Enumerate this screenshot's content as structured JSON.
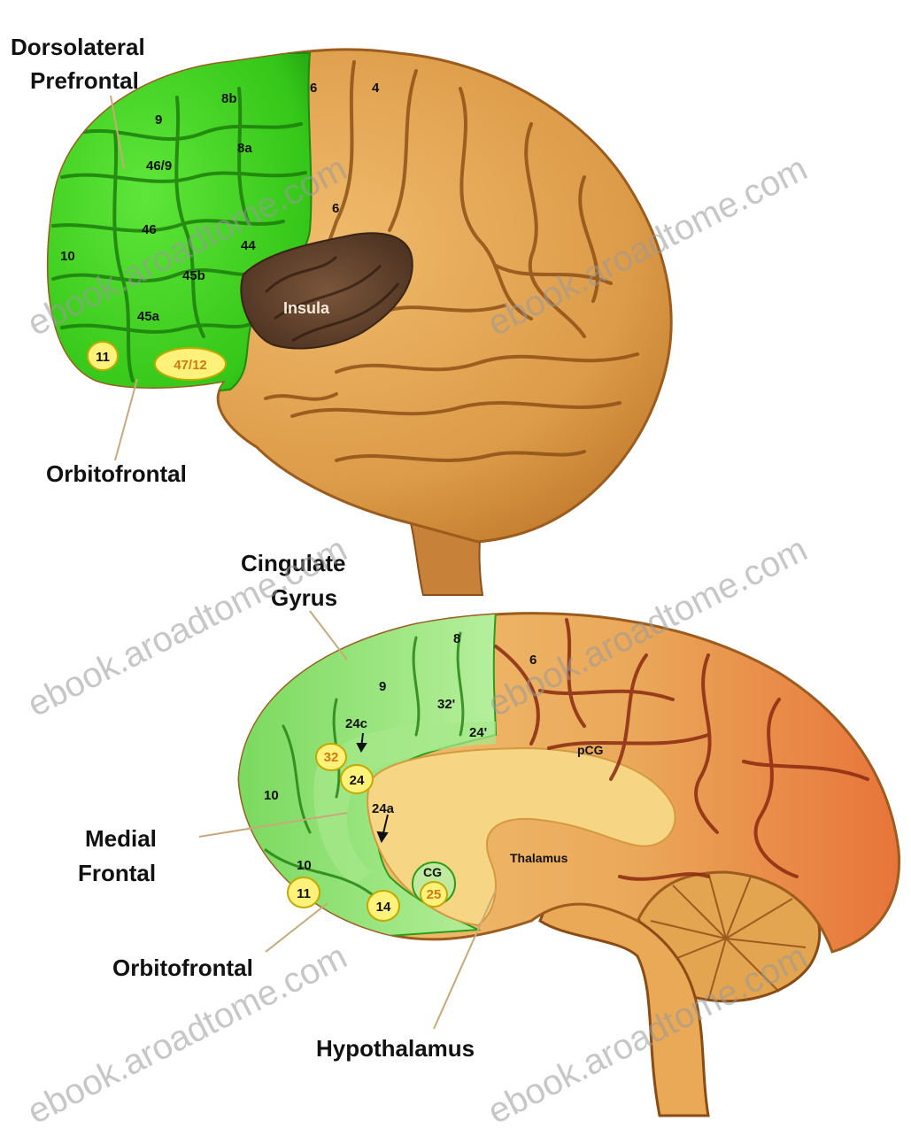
{
  "labels": {
    "dorsolateral_line1": "Dorsolateral",
    "dorsolateral_line2": "Prefrontal",
    "orbitofrontal_top": "Orbitofrontal",
    "insula": "Insula",
    "cingulate_line1": "Cingulate",
    "cingulate_line2": "Gyrus",
    "medial_line1": "Medial",
    "medial_line2": "Frontal",
    "orbitofrontal_bottom": "Orbitofrontal",
    "hypothalamus": "Hypothalamus",
    "thalamus": "Thalamus",
    "pcg": "pCG",
    "cg": "CG"
  },
  "lateral_areas": {
    "a6a": "6",
    "a4": "4",
    "a8b": "8b",
    "a9": "9",
    "a8a": "8a",
    "a46_9": "46/9",
    "a6b": "6",
    "a46": "46",
    "a10": "10",
    "a44": "44",
    "a45b": "45b",
    "a45a": "45a",
    "a11": "11",
    "a47_12": "47/12"
  },
  "medial_areas": {
    "a8": "8",
    "a6": "6",
    "a9": "9",
    "a32p": "32'",
    "a24c": "24c",
    "a24p": "24'",
    "a32": "32",
    "a24": "24",
    "a10a": "10",
    "a24a": "24a",
    "a10b": "10",
    "a11": "11",
    "a14": "14",
    "a25": "25"
  },
  "watermark": {
    "text": "ebook.aroadtome.com"
  },
  "colors": {
    "background": "#ffffff",
    "prefrontal_green": "#3fd21e",
    "medial_green": "#8fe27a",
    "brain_tan": "#e0a453",
    "brain_dark": "#a8621f",
    "insula_brown": "#6b4a32",
    "badge_yellow": "#fff27a"
  }
}
